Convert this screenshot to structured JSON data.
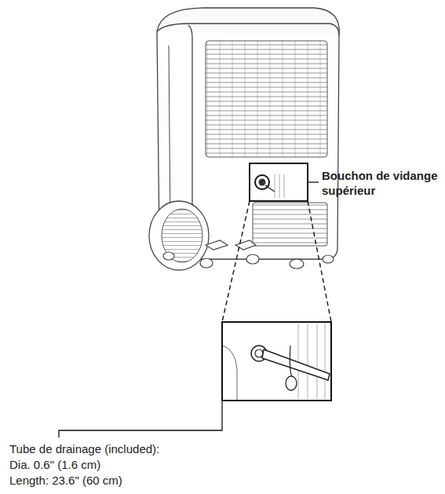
{
  "diagram": {
    "labels": [
      "Bouchon de vidange supérieur",
      "Tube de drainage (included):",
      "Dia. 0.6\" (1.6 cm)",
      "Length: 23.6\" (60 cm)"
    ]
  }
}
